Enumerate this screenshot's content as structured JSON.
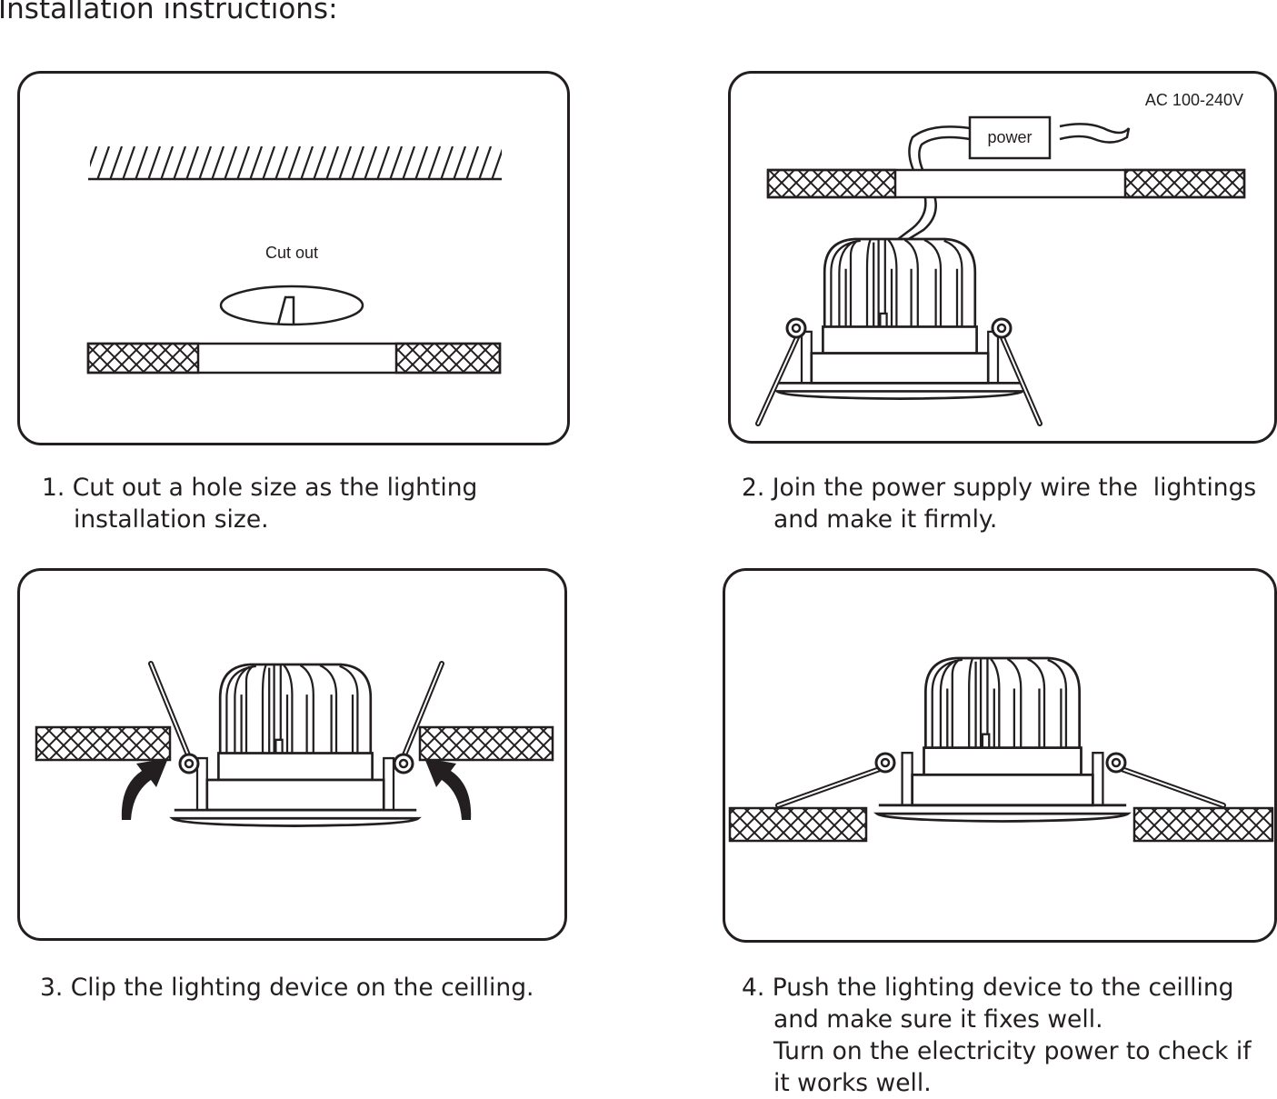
{
  "title": "Installation instructions:",
  "colors": {
    "ink": "#231f20",
    "background": "#ffffff"
  },
  "panels": [
    {
      "labels": {
        "cut_out": "Cut  out"
      }
    },
    {
      "labels": {
        "power": "power",
        "voltage": "AC 100-240V"
      }
    },
    {
      "labels": {}
    },
    {
      "labels": {}
    }
  ],
  "steps": [
    {
      "number": "1.",
      "lines": [
        "Cut out a hole size as the lighting",
        "installation size."
      ]
    },
    {
      "number": "2.",
      "lines": [
        "Join the power supply wire the  lightings",
        "and make it firmly."
      ]
    },
    {
      "number": "3.",
      "lines": [
        "Clip the lighting device on the ceilling."
      ]
    },
    {
      "number": "4.",
      "lines": [
        "Push the lighting device to the ceilling",
        "and make sure it fixes well.",
        "Turn on the electricity power to check if",
        "it works well."
      ]
    }
  ]
}
